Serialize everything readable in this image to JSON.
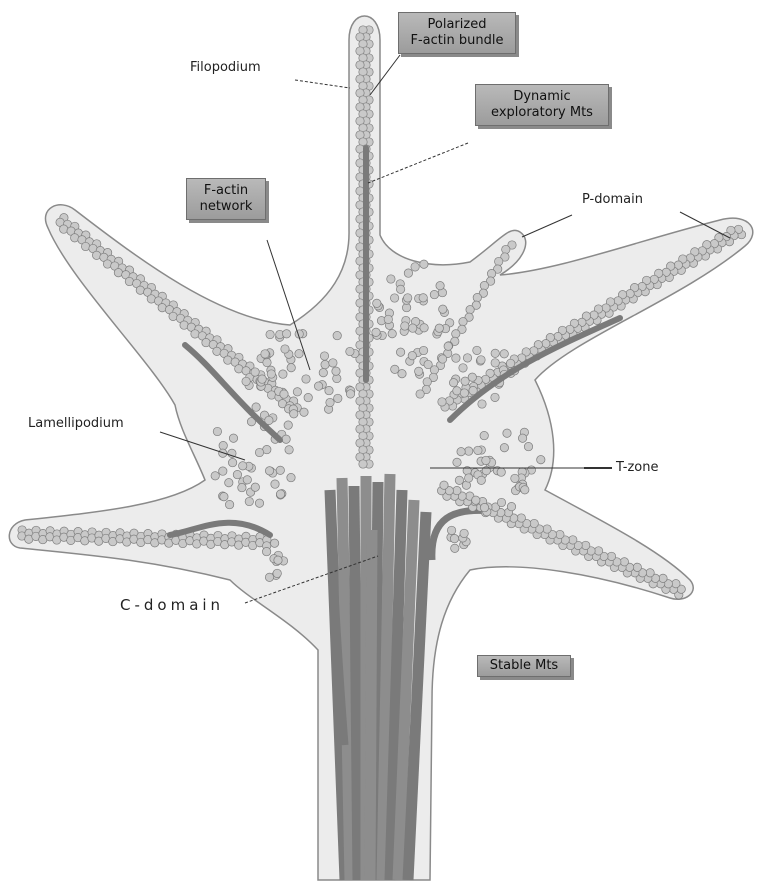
{
  "labels": {
    "filopodium": "Filopodium",
    "polarized_bundle": [
      "Polarized",
      "F-actin bundle"
    ],
    "dynamic_mts": [
      "Dynamic",
      "exploratory Mts"
    ],
    "factin_network": [
      "F-actin",
      "network"
    ],
    "p_domain": "P-domain",
    "lamellipodium": "Lamellipodium",
    "t_zone": "T-zone",
    "c_domain": "C-domain",
    "stable_mts": "Stable Mts"
  },
  "colors": {
    "cell_fill": "#ececec",
    "cell_outline": "#8a8a8a",
    "actin_bead": "#c9c9c9",
    "actin_bead_stroke": "#7d7d7d",
    "microtubule": "#7a7a7a",
    "label_box": "#a9a9a9"
  }
}
